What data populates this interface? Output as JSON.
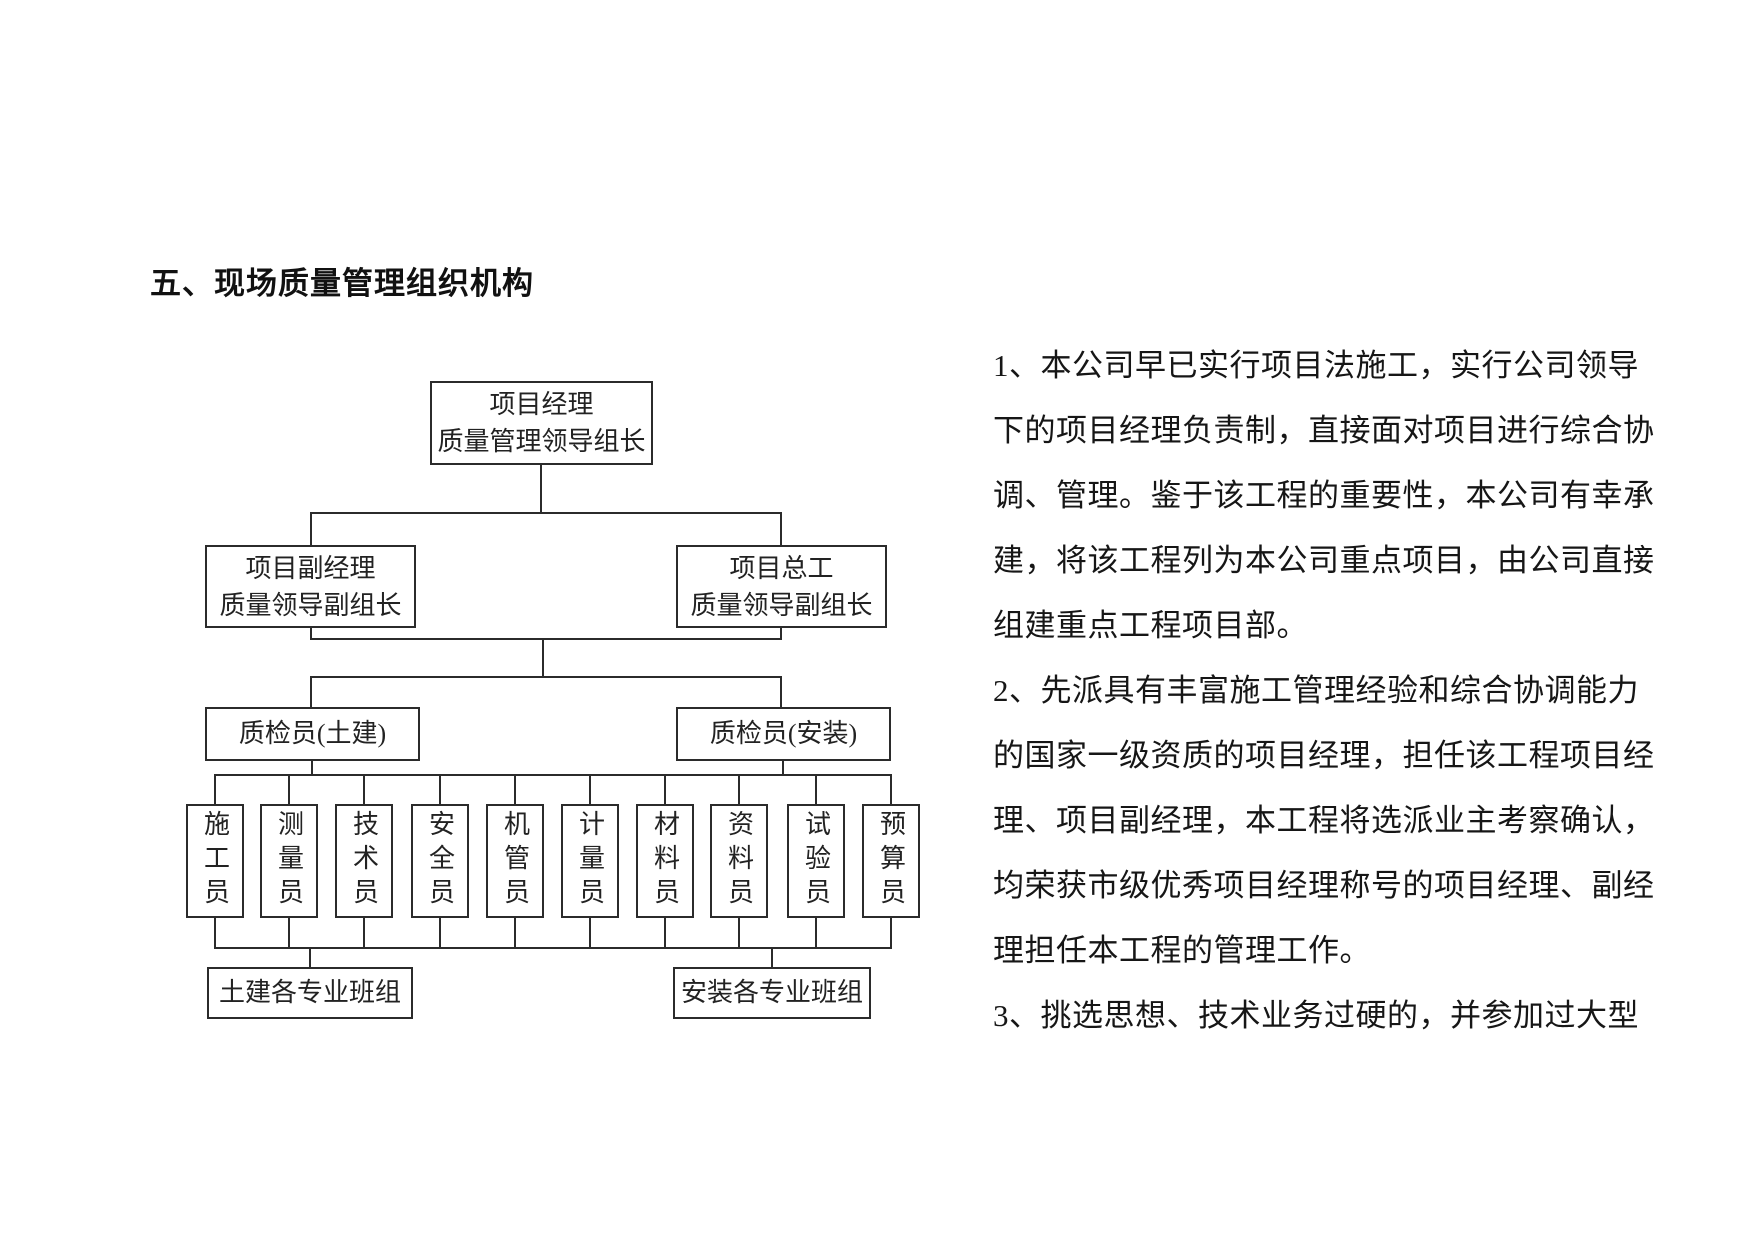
{
  "page": {
    "title": "五、现场质量管理组织机构"
  },
  "diagram": {
    "top": {
      "line1": "项目经理",
      "line2": "质量管理领导组长"
    },
    "deputy": {
      "line1": "项目副经理",
      "line2": "质量领导副组长"
    },
    "chief": {
      "line1": "项目总工",
      "line2": "质量领导副组长"
    },
    "qc_civil": "质检员(土建)",
    "qc_install": "质检员(安装)",
    "staff": [
      "施工员",
      "测量员",
      "技术员",
      "安全员",
      "机管员",
      "计量员",
      "材料员",
      "资料员",
      "试验员",
      "预算员"
    ],
    "team_civil": "土建各专业班组",
    "team_install": "安装各专业班组"
  },
  "paragraphs": {
    "lines": [
      "1、本公司早已实行项目法施工，实行公司领导",
      "下的项目经理负责制，直接面对项目进行综合协",
      "调、管理。鉴于该工程的重要性，本公司有幸承",
      "建，将该工程列为本公司重点项目，由公司直接",
      "组建重点工程项目部。",
      "2、先派具有丰富施工管理经验和综合协调能力",
      "的国家一级资质的项目经理，担任该工程项目经",
      "理、项目副经理，本工程将选派业主考察确认，",
      "均荣获市级优秀项目经理称号的项目经理、副经",
      "理担任本工程的管理工作。",
      "3、挑选思想、技术业务过硬的，并参加过大型"
    ]
  }
}
